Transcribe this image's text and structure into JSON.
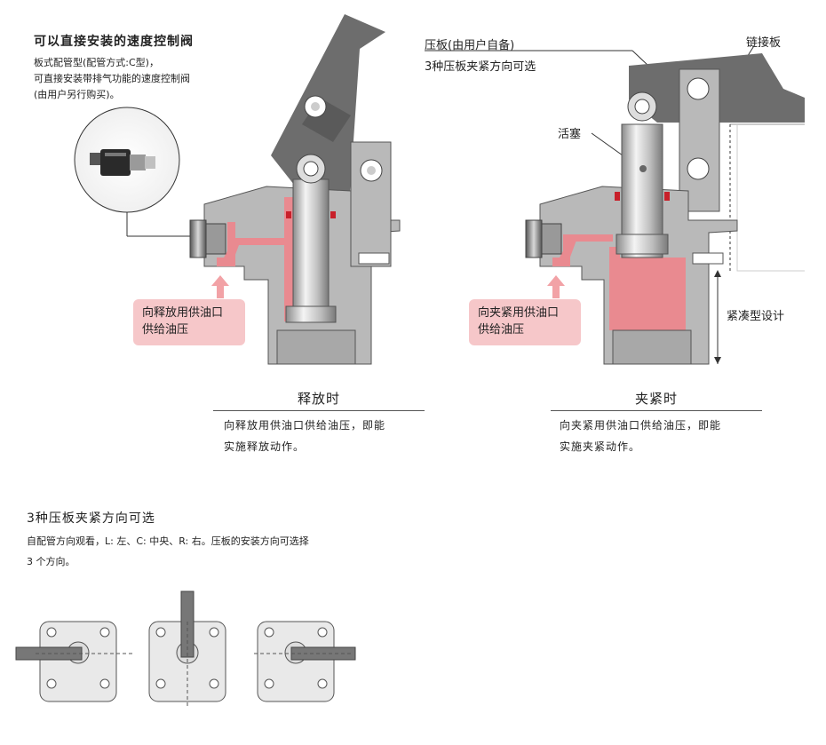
{
  "intro": {
    "title": "可以直接安装的速度控制阀",
    "lines": [
      "板式配管型(配管方式:C型)，",
      "可直接安装带排气功能的速度控制阀",
      "(由用户另行购买)。"
    ]
  },
  "release": {
    "supply_label_1": "向释放用供油口",
    "supply_label_2": "供给油压",
    "caption": "释放时",
    "desc_1": "向释放用供油口供给油压，即能",
    "desc_2": "实施释放动作。"
  },
  "clamp": {
    "plate_label": "压板(由用户自备)",
    "direction_label": "3种压板夹紧方向可选",
    "link_label": "链接板",
    "piston_label": "活塞",
    "compact_label": "紧凑型设计",
    "supply_label_1": "向夹紧用供油口",
    "supply_label_2": "供给油压",
    "caption": "夹紧时",
    "desc_1": "向夹紧用供油口供给油压，即能",
    "desc_2": "实施夹紧动作。"
  },
  "directions": {
    "title": "3种压板夹紧方向可选",
    "line_1": "自配管方向观看，L: 左、C: 中央、R: 右。压板的安装方向可选择",
    "line_2": "3 个方向。"
  },
  "colors": {
    "body_gray": "#b9b9b9",
    "dark_gray": "#6d6d6d",
    "pink_oil": "#e98a90",
    "pink_box": "#f6c7c9",
    "red_seal": "#c8202a"
  }
}
